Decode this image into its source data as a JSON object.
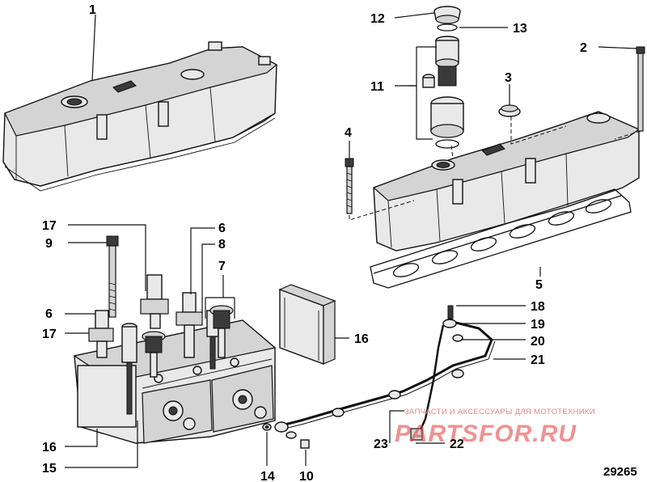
{
  "diagram": {
    "callouts": [
      {
        "id": "c1",
        "text": "1"
      },
      {
        "id": "c2",
        "text": "2"
      },
      {
        "id": "c3",
        "text": "3"
      },
      {
        "id": "c4",
        "text": "4"
      },
      {
        "id": "c5",
        "text": "5"
      },
      {
        "id": "c6a",
        "text": "6"
      },
      {
        "id": "c6b",
        "text": "6"
      },
      {
        "id": "c7",
        "text": "7"
      },
      {
        "id": "c8",
        "text": "8"
      },
      {
        "id": "c9",
        "text": "9"
      },
      {
        "id": "c10",
        "text": "10"
      },
      {
        "id": "c11",
        "text": "11"
      },
      {
        "id": "c12",
        "text": "12"
      },
      {
        "id": "c13",
        "text": "13"
      },
      {
        "id": "c14",
        "text": "14"
      },
      {
        "id": "c15",
        "text": "15"
      },
      {
        "id": "c16a",
        "text": "16"
      },
      {
        "id": "c16b",
        "text": "16"
      },
      {
        "id": "c17a",
        "text": "17"
      },
      {
        "id": "c17b",
        "text": "17"
      },
      {
        "id": "c18",
        "text": "18"
      },
      {
        "id": "c19",
        "text": "19"
      },
      {
        "id": "c20",
        "text": "20"
      },
      {
        "id": "c21",
        "text": "21"
      },
      {
        "id": "c22",
        "text": "22"
      },
      {
        "id": "c23",
        "text": "23"
      }
    ],
    "reference_number": "29265"
  },
  "watermark": {
    "tagline": "ЗАПЧАСТИ И АКСЕССУАРЫ ДЛЯ МОТОТЕХНИКИ",
    "logo_text": "PARTSFOR.RU"
  }
}
